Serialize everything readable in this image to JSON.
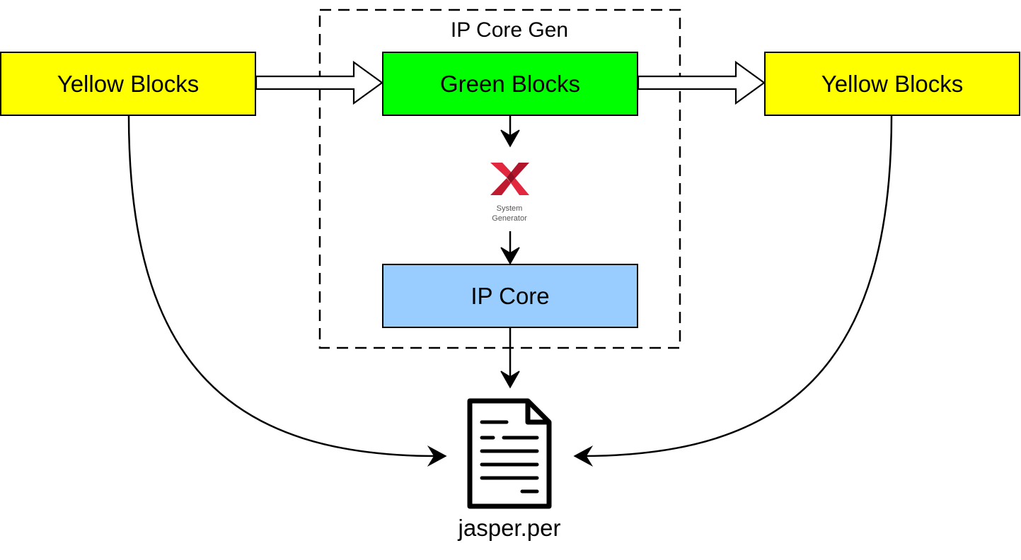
{
  "diagram": {
    "group_title": "IP Core Gen",
    "blocks": {
      "yellow_left": "Yellow Blocks",
      "green": "Green Blocks",
      "yellow_right": "Yellow Blocks",
      "ip_core": "IP Core"
    },
    "logo": {
      "line1": "System",
      "line2": "Generator",
      "icon": "xilinx-sysgen-logo-icon"
    },
    "output_file": {
      "name": "jasper.per",
      "icon": "document-icon"
    }
  },
  "colors": {
    "yellow": "#ffff00",
    "green": "#00ff00",
    "ip_core_blue": "#99ccff",
    "logo_red": "#d6203a"
  }
}
